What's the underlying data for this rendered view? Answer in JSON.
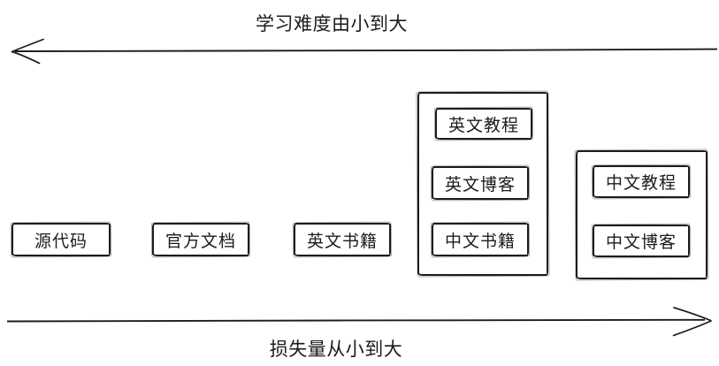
{
  "diagram": {
    "colors": {
      "stroke": "#1c1c1c",
      "background": "#ffffff"
    },
    "top_axis": {
      "label": "学习难度由小到大",
      "direction": "left"
    },
    "bottom_axis": {
      "label": "损失量从小到大",
      "direction": "right"
    },
    "nodes": [
      {
        "label": "源代码"
      },
      {
        "label": "官方文档"
      },
      {
        "label": "英文书籍"
      }
    ],
    "groups": [
      {
        "items": [
          {
            "label": "英文教程"
          },
          {
            "label": "英文博客"
          },
          {
            "label": "中文书籍"
          }
        ]
      },
      {
        "items": [
          {
            "label": "中文教程"
          },
          {
            "label": "中文博客"
          }
        ]
      }
    ]
  }
}
